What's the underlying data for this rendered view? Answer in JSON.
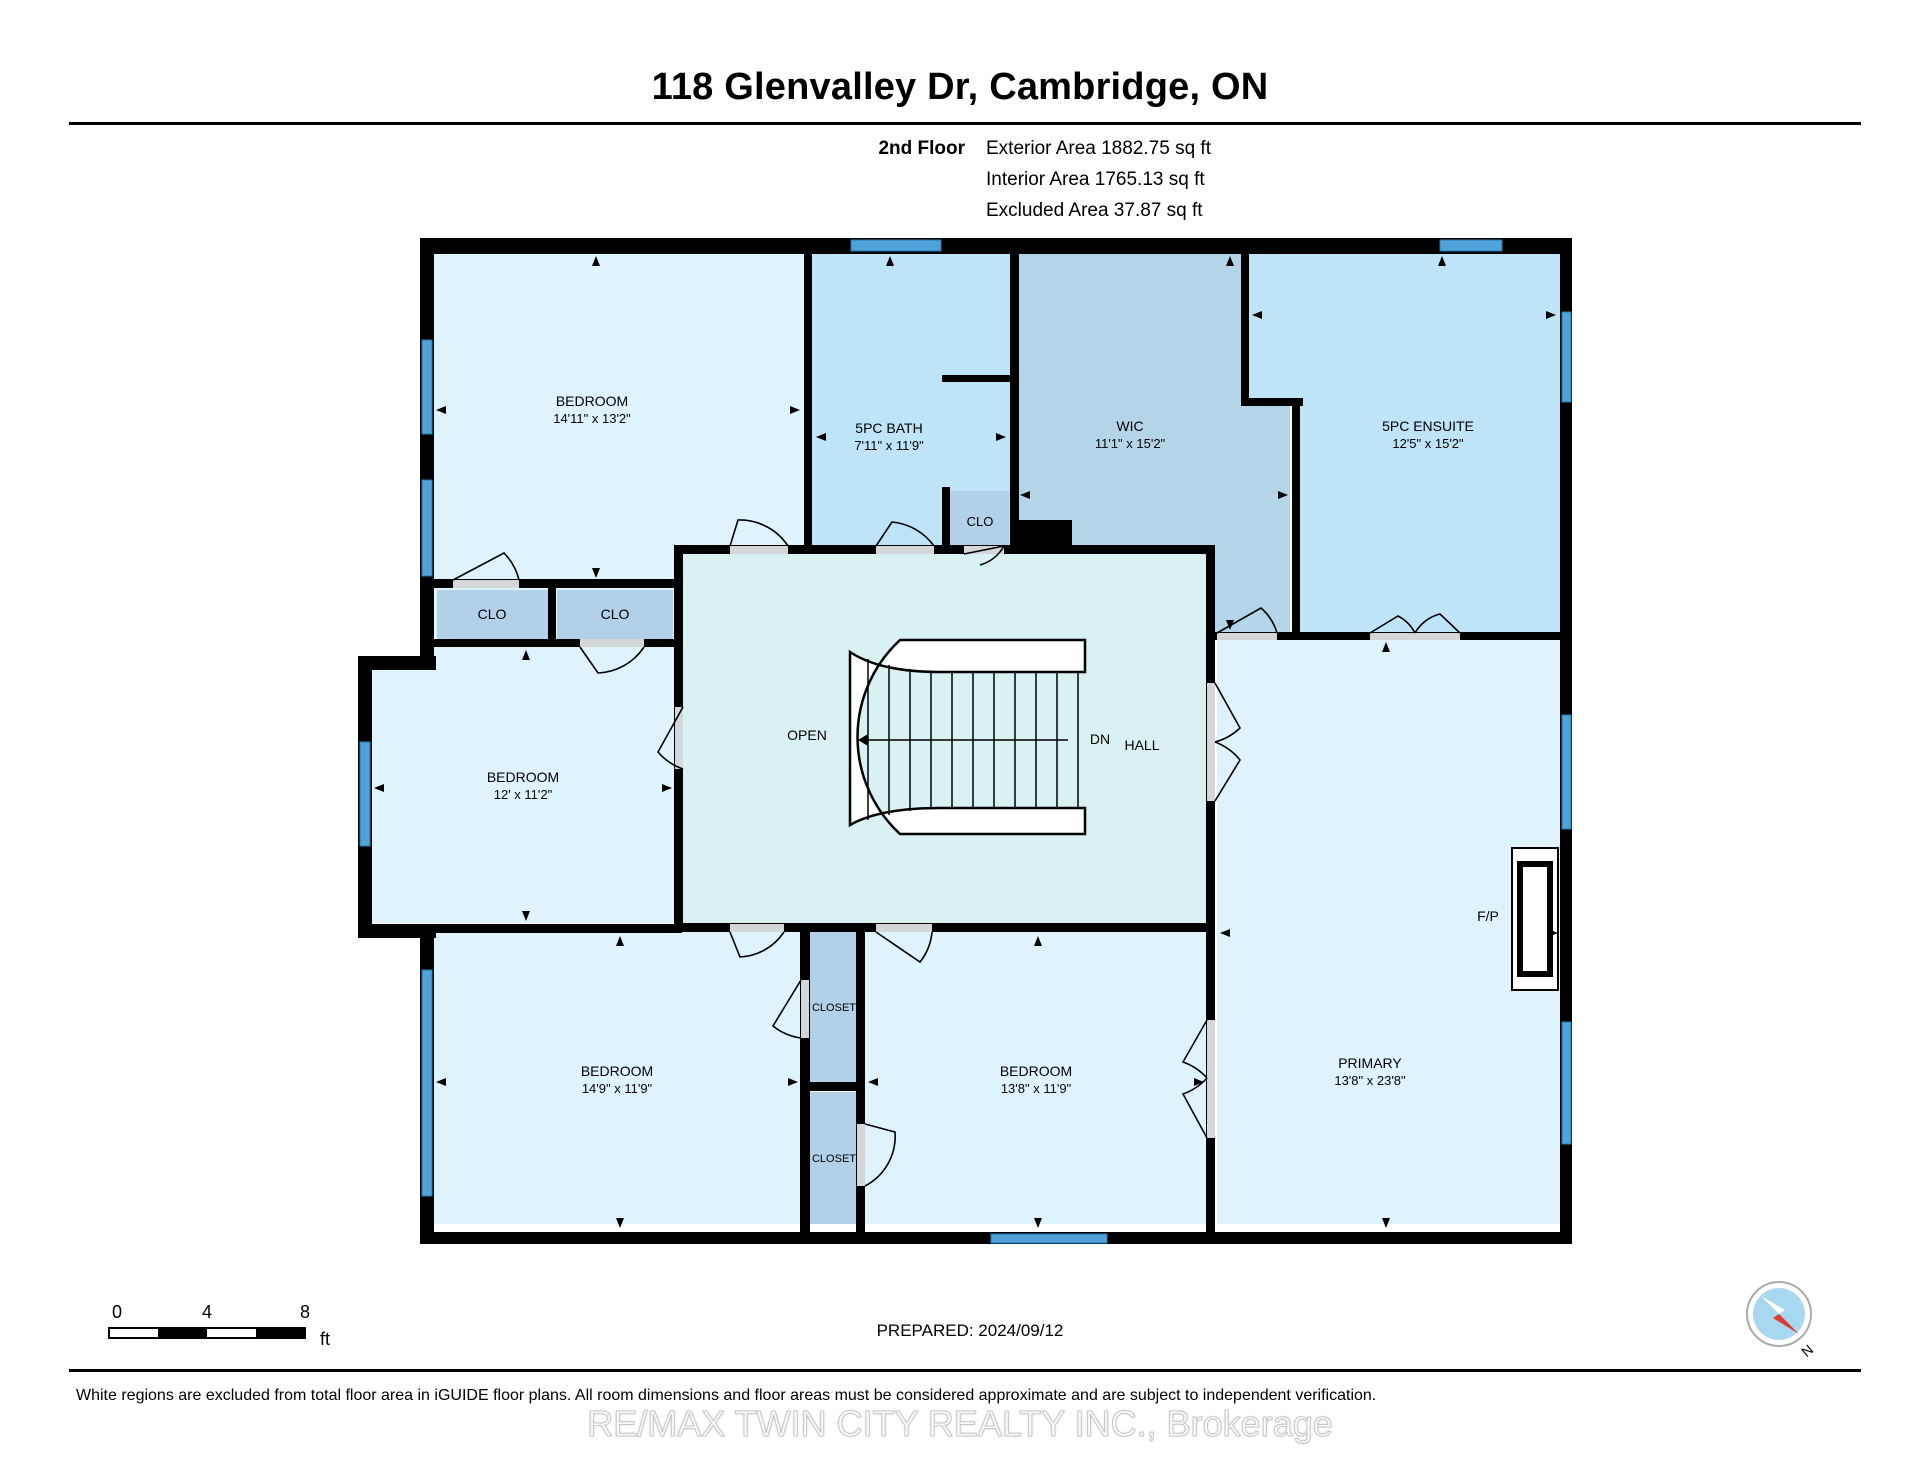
{
  "header": {
    "title": "118 Glenvalley Dr, Cambridge, ON"
  },
  "floor_info": {
    "floor": "2nd Floor",
    "exterior_area": "Exterior Area 1882.75 sq ft",
    "interior_area": "Interior Area 1765.13 sq ft",
    "excluded_area": "Excluded Area 37.87 sq ft"
  },
  "rooms": {
    "bedroom_nw": {
      "name": "BEDROOM",
      "dims": "14'11\" x 13'2\""
    },
    "bath": {
      "name": "5PC BATH",
      "dims": "7'11\" x 11'9\""
    },
    "wic": {
      "name": "WIC",
      "dims": "11'1\" x 15'2\""
    },
    "ensuite": {
      "name": "5PC ENSUITE",
      "dims": "12'5\" x 15'2\""
    },
    "bedroom_w": {
      "name": "BEDROOM",
      "dims": "12' x 11'2\""
    },
    "bedroom_sw": {
      "name": "BEDROOM",
      "dims": "14'9\" x 11'9\""
    },
    "bedroom_s": {
      "name": "BEDROOM",
      "dims": "13'8\" x 11'9\""
    },
    "primary": {
      "name": "PRIMARY",
      "dims": "13'8\" x 23'8\""
    }
  },
  "labels": {
    "clo": "CLO",
    "closet": "CLOSET",
    "open": "OPEN",
    "dn": "DN",
    "hall": "HALL",
    "fp": "F/P"
  },
  "scale": {
    "t0": "0",
    "t1": "4",
    "t2": "8",
    "unit": "ft"
  },
  "compass": {
    "letter": "N"
  },
  "footer": {
    "prepared": "PREPARED: 2024/09/12",
    "disclaimer": "White regions are excluded from total floor area in iGUIDE floor plans. All room dimensions and floor areas must be considered approximate and are subject to independent verification.",
    "watermark": "RE/MAX TWIN CITY REALTY INC., Brokerage"
  },
  "colors": {
    "bedroom": "#dff3fc",
    "bath": "#bfe4f8",
    "wic": "#b4d4e8",
    "hall": "#d9f1f1",
    "closet": "#b2d1e8",
    "window": "#4fa3d8",
    "wall": "#000000"
  }
}
